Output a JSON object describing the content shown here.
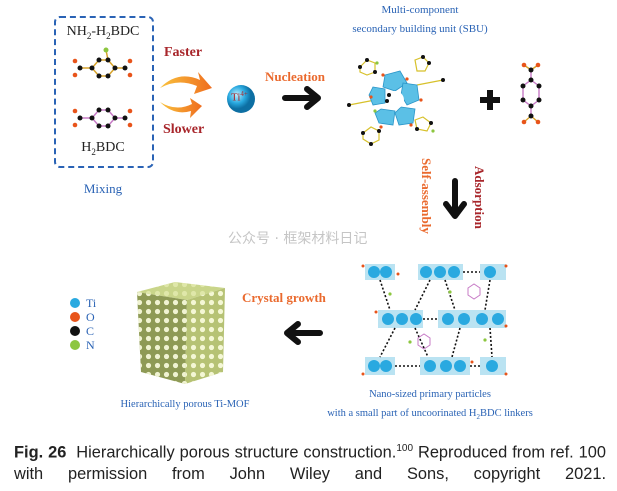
{
  "mixing": {
    "top_label": "NH2-H2BDC",
    "bottom_label": "H2BDC",
    "caption": "Mixing"
  },
  "rates": {
    "faster": "Faster",
    "slower": "Slower"
  },
  "ion": {
    "symbol": "Ti",
    "charge": "4+"
  },
  "nucleation": "Nucleation",
  "sbu": {
    "line1": "Multi-component",
    "line2": "secondary building unit (SBU)"
  },
  "self_assembly": "Self-assembly",
  "adsorption": "Adsorption",
  "particles": {
    "line1": "Nano-sized primary particles",
    "line2_pre": "with a small part of uncoorinated H",
    "line2_sub": "2",
    "line2_post": "BDC linkers"
  },
  "crystal_growth": "Crystal growth",
  "mof_label": "Hierarchically porous Ti-MOF",
  "legend": [
    {
      "label": "Ti",
      "color": "#29a9e0"
    },
    {
      "label": "O",
      "color": "#e8541a"
    },
    {
      "label": "C",
      "color": "#111111"
    },
    {
      "label": "N",
      "color": "#8cc63f"
    }
  ],
  "caption": {
    "fig": "Fig. 26",
    "text": "Hierarchically porous structure construction.",
    "ref": "100",
    "rest": "Reproduced from ref. 100 with permission from John Wiley and Sons, copyright 2021."
  },
  "watermark": "公众号 · 框架材料日记"
}
